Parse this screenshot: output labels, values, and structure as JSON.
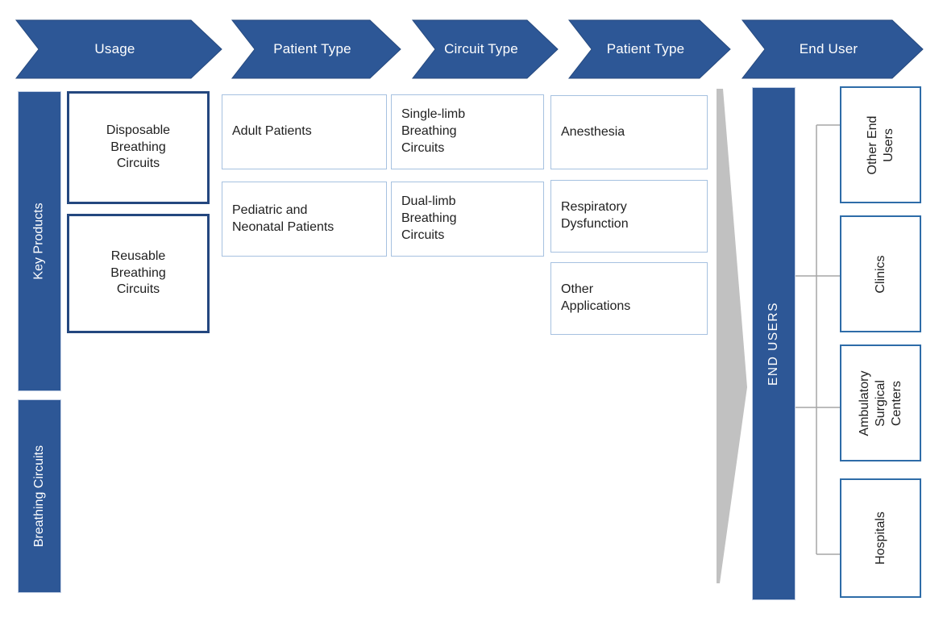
{
  "headers": [
    "Usage",
    "Patient Type",
    "Circuit Type",
    "Patient Type",
    "End User"
  ],
  "rails": [
    "Key Products",
    "Breathing Circuits"
  ],
  "usage_boxes": [
    "Disposable Breathing Circuits",
    "Reusable Breathing Circuits"
  ],
  "patient_type_boxes": [
    "Adult Patients",
    "Pediatric and Neonatal Patients"
  ],
  "circuit_type_boxes": [
    "Single-limb Breathing Circuits",
    "Dual-limb Breathing Circuits"
  ],
  "application_boxes": [
    "Anesthesia",
    "Respiratory Dysfunction",
    "Other Applications"
  ],
  "end_users": {
    "bar_label": "END USERS",
    "items": [
      "Other End Users",
      "Clinics",
      "Ambulatory Surgical Centers",
      "Hospitals"
    ]
  },
  "colors": {
    "primary_blue": "#2d5796",
    "dark_box_border": "#24477f",
    "light_box_border": "#a6c1e0",
    "end_user_box_border": "#2e6ca8",
    "funnel_gray": "#c1c1c1",
    "connector_gray": "#a6a6a6",
    "text": "#212121",
    "header_text": "#ffffff"
  }
}
